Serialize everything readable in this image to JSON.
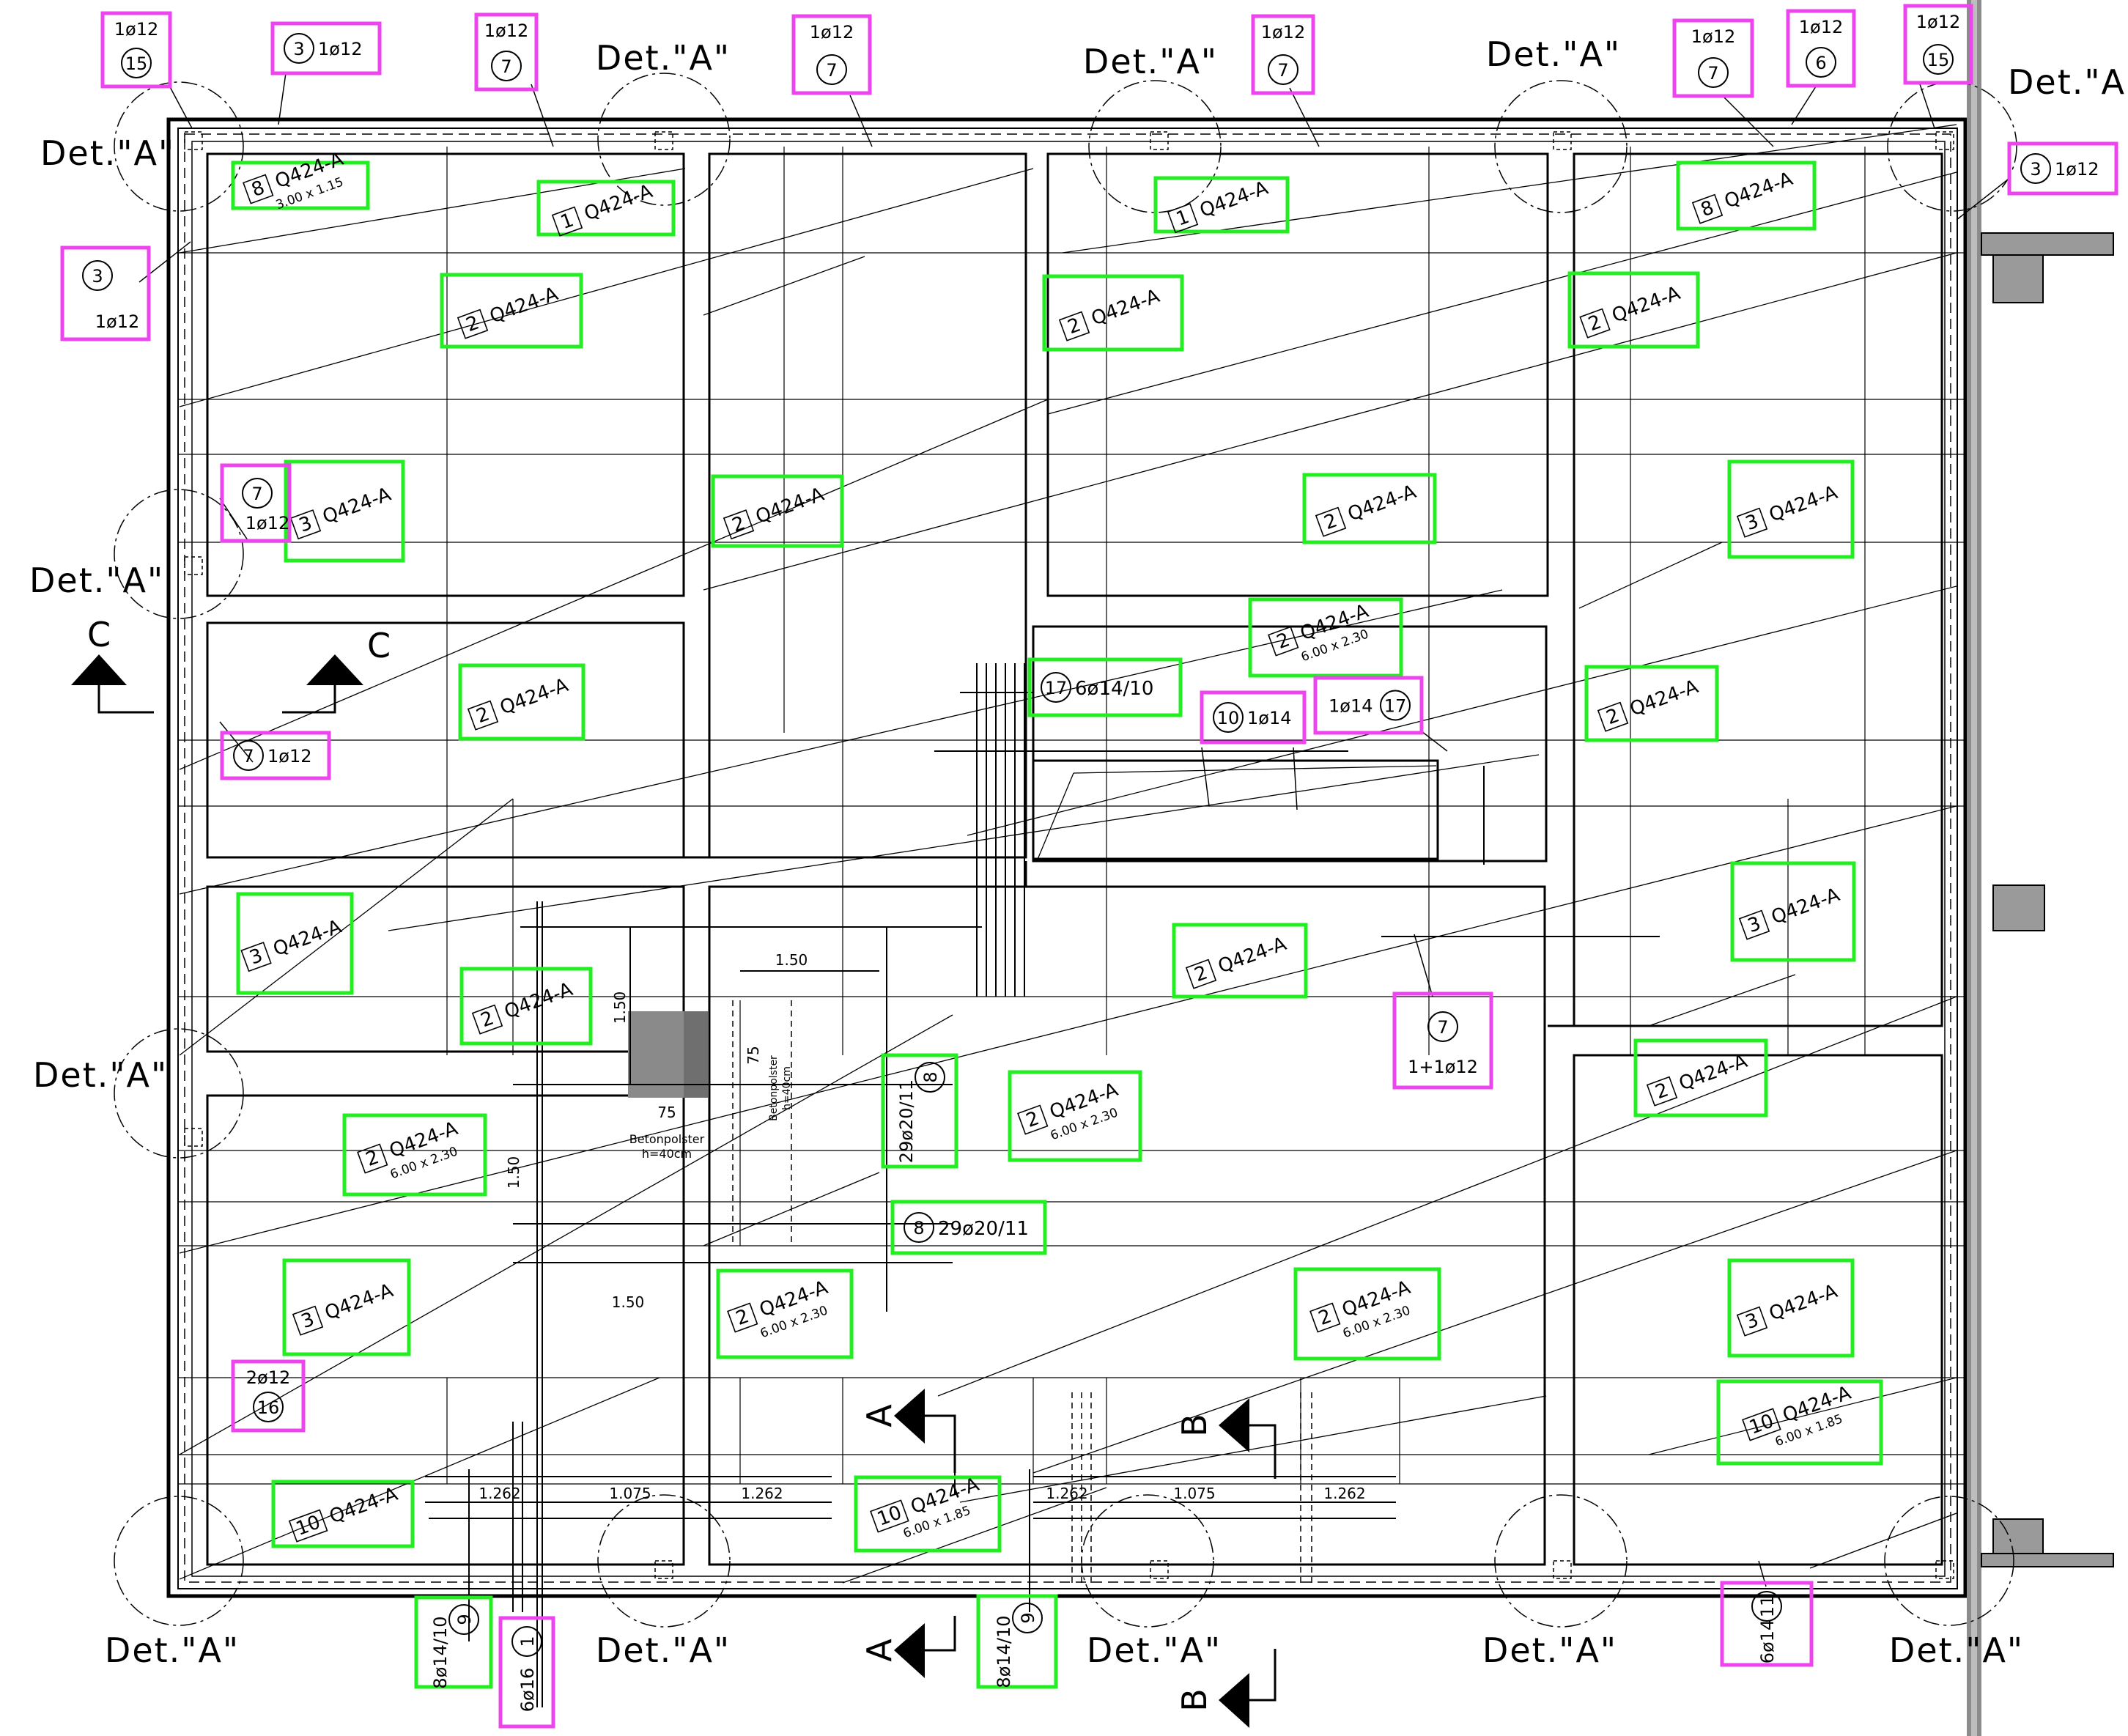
{
  "colors": {
    "line": "#000000",
    "mesh_callout": "#22ee22",
    "bar_callout": "#ee44ee",
    "column_fill": "#9a9a9a",
    "cushion_fill": "#8a8a8a"
  },
  "detail_label": "Det.\"A\"",
  "sections": {
    "a": "A",
    "b": "B",
    "c": "C"
  },
  "mesh_callouts": [
    {
      "num": "8",
      "mesh": "Q424-A",
      "size": "3.00 x 1.15"
    },
    {
      "num": "1",
      "mesh": "Q424-A",
      "size": ""
    },
    {
      "num": "2",
      "mesh": "Q424-A",
      "size": ""
    },
    {
      "num": "3",
      "mesh": "Q424-A",
      "size": ""
    },
    {
      "num": "2",
      "mesh": "Q424-A",
      "size": ""
    },
    {
      "num": "2",
      "mesh": "Q424-A",
      "size": ""
    },
    {
      "num": "1",
      "mesh": "Q424-A",
      "size": ""
    },
    {
      "num": "2",
      "mesh": "Q424-A",
      "size": ""
    },
    {
      "num": "2",
      "mesh": "Q424-A",
      "size": ""
    },
    {
      "num": "8",
      "mesh": "Q424-A",
      "size": ""
    },
    {
      "num": "2",
      "mesh": "Q424-A",
      "size": ""
    },
    {
      "num": "3",
      "mesh": "Q424-A",
      "size": ""
    },
    {
      "num": "2",
      "mesh": "Q424-A",
      "size": "6.00 x 2.30"
    },
    {
      "num": "2",
      "mesh": "Q424-A",
      "size": ""
    },
    {
      "num": "3",
      "mesh": "Q424-A",
      "size": ""
    },
    {
      "num": "2",
      "mesh": "Q424-A",
      "size": ""
    },
    {
      "num": "2",
      "mesh": "Q424-A",
      "size": ""
    },
    {
      "num": "3",
      "mesh": "Q424-A",
      "size": ""
    },
    {
      "num": "2",
      "mesh": "Q424-A",
      "size": "6.00 x 2.30"
    },
    {
      "num": "2",
      "mesh": "Q424-A",
      "size": "6.00 x 2.30"
    },
    {
      "num": "2",
      "mesh": "Q424-A",
      "size": ""
    },
    {
      "num": "3",
      "mesh": "Q424-A",
      "size": ""
    },
    {
      "num": "2",
      "mesh": "Q424-A",
      "size": "6.00 x 2.30"
    },
    {
      "num": "2",
      "mesh": "Q424-A",
      "size": "6.00 x 2.30"
    },
    {
      "num": "3",
      "mesh": "Q424-A",
      "size": ""
    },
    {
      "num": "10",
      "mesh": "Q424-A",
      "size": "6.00 x 1.85"
    },
    {
      "num": "10",
      "mesh": "Q424-A",
      "size": ""
    },
    {
      "num": "10",
      "mesh": "Q424-A",
      "size": "6.00 x 1.85"
    }
  ],
  "bar_callouts_green": [
    {
      "num": "17",
      "text": "6ø14/10"
    },
    {
      "num": "8",
      "text": "29ø20/11"
    },
    {
      "num": "8",
      "text": "29ø20/11"
    },
    {
      "num": "9",
      "text": "8ø14/10"
    },
    {
      "num": "9",
      "text": "8ø14/10"
    }
  ],
  "bar_callouts_magenta": [
    {
      "num": "15",
      "text": "1ø12"
    },
    {
      "num": "3",
      "text": "1ø12"
    },
    {
      "num": "7",
      "text": "1ø12"
    },
    {
      "num": "7",
      "text": "1ø12"
    },
    {
      "num": "7",
      "text": "1ø12"
    },
    {
      "num": "7",
      "text": "1ø12"
    },
    {
      "num": "6",
      "text": "1ø12"
    },
    {
      "num": "15",
      "text": "1ø12"
    },
    {
      "num": "3",
      "text": "1ø12"
    },
    {
      "num": "3",
      "text": "1ø12"
    },
    {
      "num": "7",
      "text": "1ø12"
    },
    {
      "num": "7",
      "text": "1ø12"
    },
    {
      "num": "10",
      "text": "1ø14"
    },
    {
      "num": "17",
      "text": "1ø14"
    },
    {
      "num": "7",
      "text": "1+1ø12"
    },
    {
      "num": "16",
      "text": "2ø12"
    },
    {
      "num": "1",
      "text": "6ø16"
    },
    {
      "num": "11",
      "text": "6ø14"
    }
  ],
  "dimensions": {
    "d150": "1.50",
    "d75": "75",
    "d1262": "1.262",
    "d1075": "1.075"
  },
  "notes": {
    "cushion": "Betonpolster",
    "height": "h=40cm"
  }
}
